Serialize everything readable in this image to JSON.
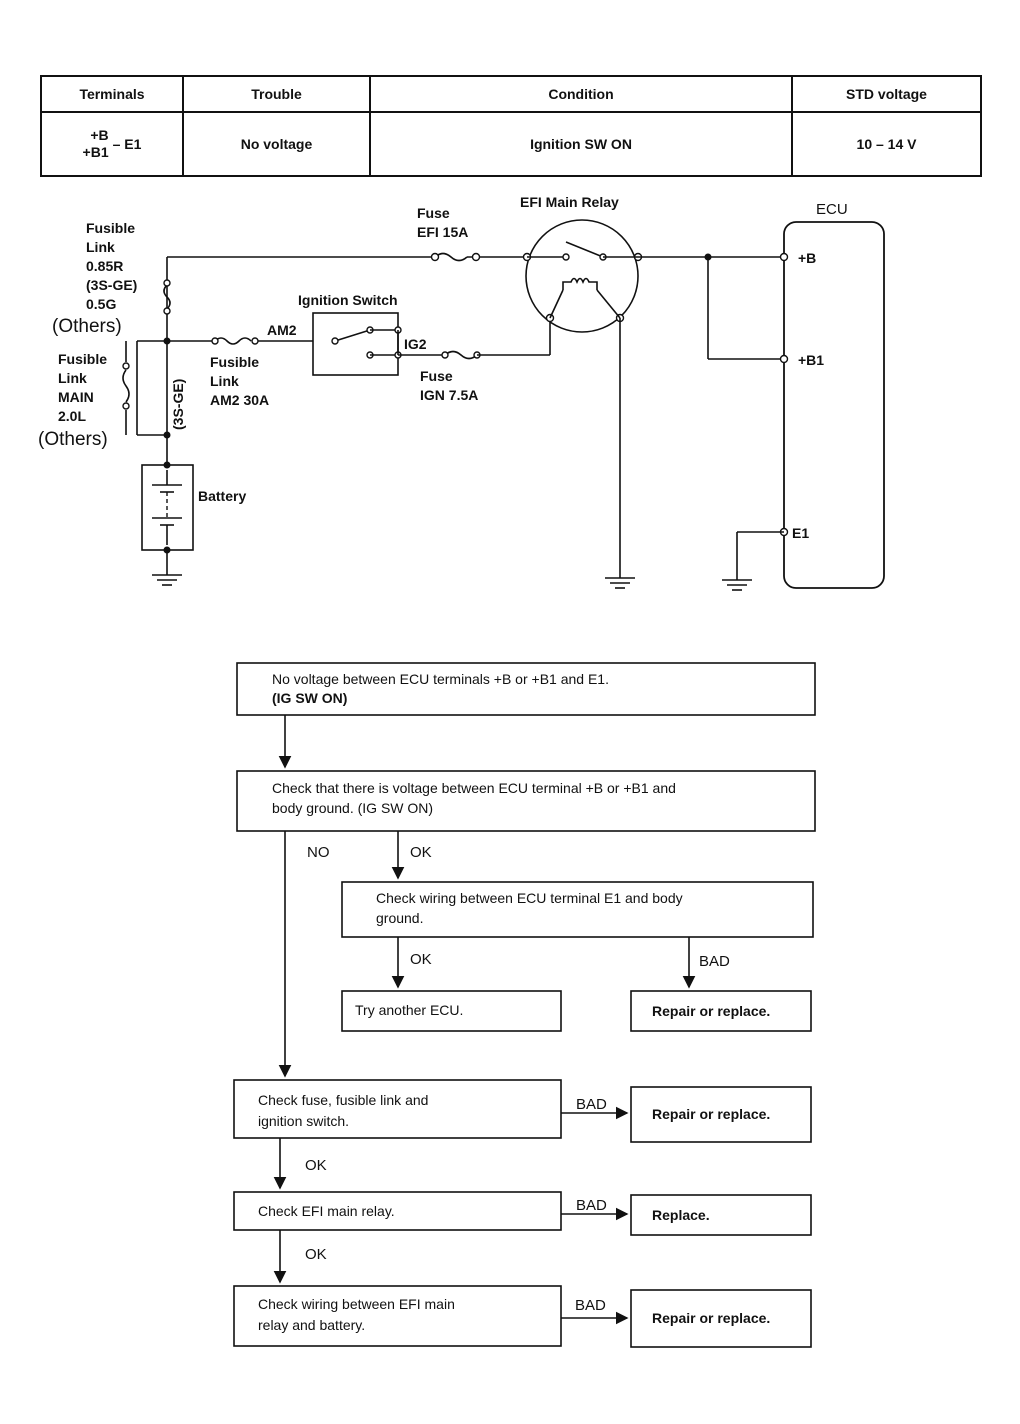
{
  "table": {
    "headers": [
      "Terminals",
      "Trouble",
      "Condition",
      "STD voltage"
    ],
    "row": {
      "terminals_top": "+B",
      "terminals_bottom": "+B1",
      "terminals_right": "– E1",
      "trouble": "No voltage",
      "condition": "Ignition SW ON",
      "std_voltage": "10 – 14 V"
    }
  },
  "circuit": {
    "fusible_link_top": [
      "Fusible",
      "Link",
      "0.85R",
      "(3S-GE)",
      "0.5G",
      "(Others)"
    ],
    "fusible_link_main": [
      "Fusible",
      "Link",
      "MAIN",
      "2.0L",
      "(Others)"
    ],
    "vertical_3sge": "(3S-GE)",
    "fusible_link_am2": [
      "Fusible",
      "Link",
      "AM2 30A"
    ],
    "am2": "AM2",
    "ignition_switch": "Ignition Switch",
    "ig2": "IG2",
    "fuse_efi": [
      "Fuse",
      "EFI 15A"
    ],
    "fuse_ign": [
      "Fuse",
      "IGN 7.5A"
    ],
    "efi_main_relay": "EFI Main Relay",
    "ecu": "ECU",
    "plus_b": "+B",
    "plus_b1": "+B1",
    "e1": "E1",
    "battery": "Battery"
  },
  "flow": {
    "box1": [
      "No voltage between ECU terminals +B or +B1 and E1.",
      "(IG SW ON)"
    ],
    "box2": [
      "Check that there is voltage between ECU terminal +B or +B1 and",
      "body ground. (IG SW ON)"
    ],
    "no": "NO",
    "ok": "OK",
    "bad": "BAD",
    "box3": [
      "Check wiring between ECU terminal E1 and body",
      "ground."
    ],
    "try_ecu": "Try another ECU.",
    "repair_replace": "Repair or replace.",
    "box_fuse": [
      "Check fuse, fusible link and",
      "ignition switch."
    ],
    "box_relay": "Check EFI main relay.",
    "replace": "Replace.",
    "box_wiring": [
      "Check wiring between EFI main",
      "relay and battery."
    ]
  }
}
